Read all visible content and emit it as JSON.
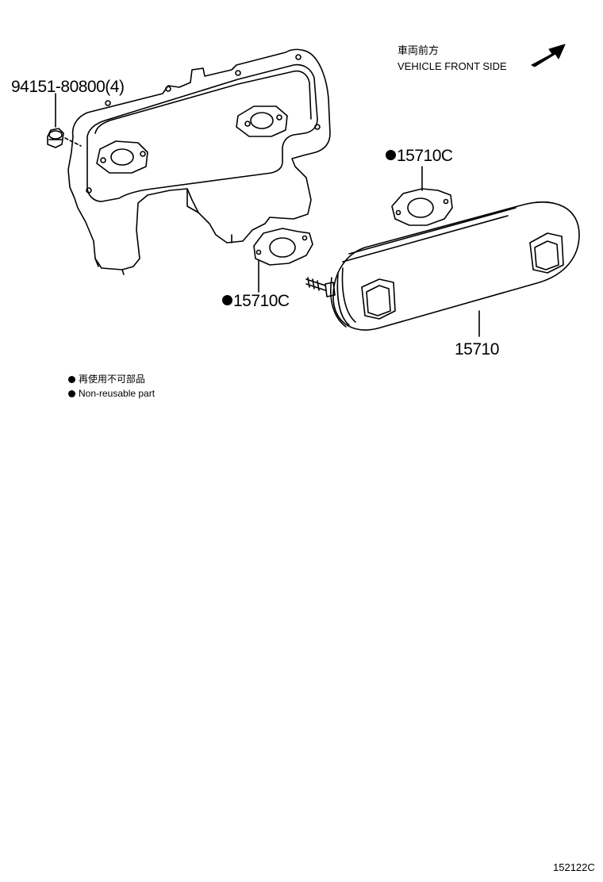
{
  "direction": {
    "label_jp": "車両前方",
    "label_en": "VEHICLE FRONT SIDE",
    "arrow": "arrow-up-right-icon"
  },
  "callouts": {
    "nut": "94151-80800(4)",
    "gasket_upper": "15710C",
    "gasket_lower": "15710C",
    "oil_cooler": "15710"
  },
  "legend": {
    "line_jp": "再使用不可部品",
    "line_en": "Non-reusable part"
  },
  "figure_code": "152122C"
}
